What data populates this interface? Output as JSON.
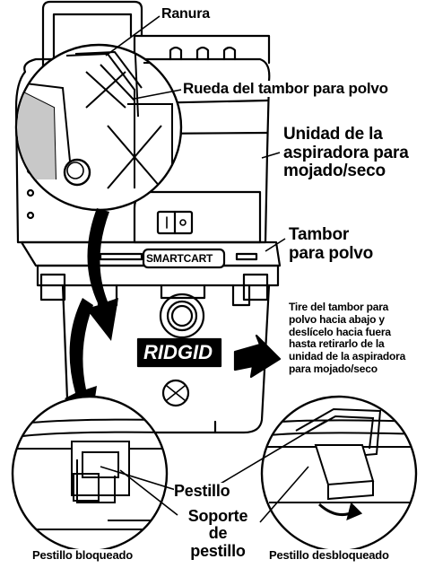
{
  "labels": {
    "ranura": "Ranura",
    "rueda": "Rueda del tambor para polvo",
    "unidad": [
      "Unidad de la",
      "aspiradora para",
      "mojado/seco"
    ],
    "tambor": [
      "Tambor",
      "para polvo"
    ],
    "instruccion": [
      "Tire del tambor para",
      "polvo hacia abajo y",
      "deslícelo hacia fuera",
      "hasta retirarlo de la",
      "unidad de la aspiradora",
      "para mojado/seco"
    ],
    "pestillo": "Pestillo",
    "soporte": [
      "Soporte",
      "de",
      "pestillo"
    ],
    "bloqueado": "Pestillo bloqueado",
    "desbloqueado": "Pestillo desbloqueado"
  },
  "brand": {
    "smartcart": "SMARTCART",
    "ridgid": "RIDGID"
  },
  "colors": {
    "line": "#000000",
    "panel": "#c8c8c8",
    "background": "#ffffff"
  }
}
